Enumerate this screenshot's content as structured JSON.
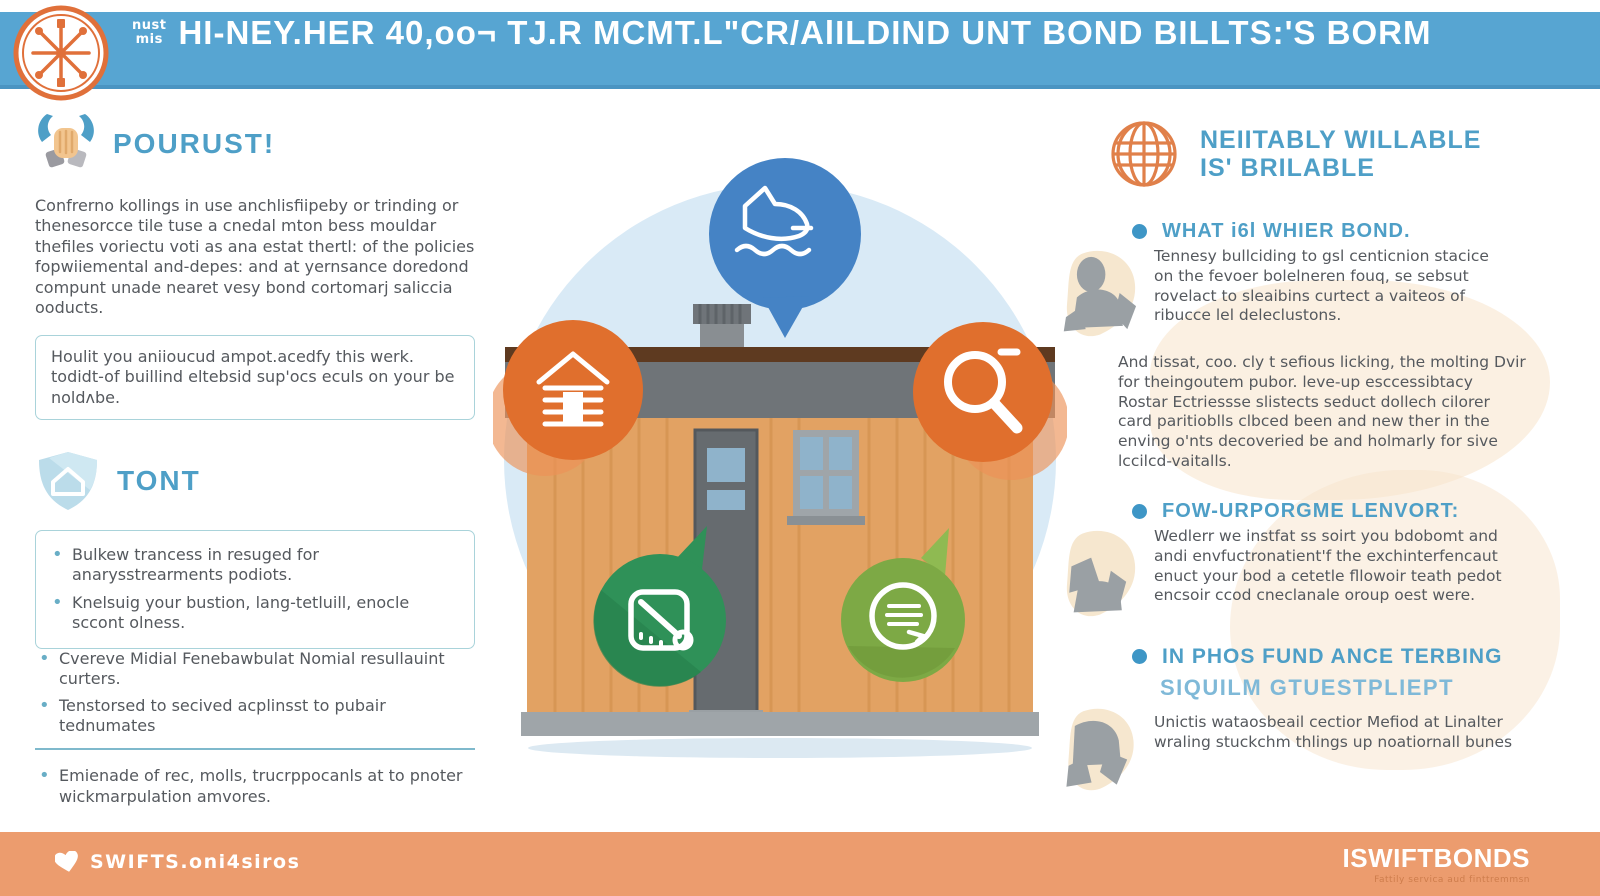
{
  "colors": {
    "header_bar": "#57A5D2",
    "heading_blue": "#4E9FC7",
    "subheading_blue": "#7FB9D8",
    "body_text": "#55595e",
    "accent_orange": "#E06F2D",
    "footer_bar": "#EC9C6E",
    "green_dark": "#2F9158",
    "green_olive": "#7DA945",
    "bubble_blue": "#4583C5",
    "sky_circle": "#D9EAF6",
    "box_border": "#A9D3DA"
  },
  "header": {
    "mini_top": "nust",
    "mini_bottom": "mis",
    "title": "HI-NEY.HER 40,oo¬ TJ.R MCMT.L\"CR/AlILDIND UNT BOND BILLTS:'S BORM"
  },
  "left": {
    "section1_title": "POURUST!",
    "section1_body": "Confrerno kollings in use anchlisfiipeby or trinding or thenesorcce tile tuse a cnedal mton bess mouldar thefiles voriectu voti as ana estat thertl: of the policies fopwiiemental and-depes: and at yernsance doredond compunt unade nearet vesy bond cortomarj saliccia ooducts.",
    "note_box": "Houlit you aniioucud ampot.acedfy this werk. todidt-of buillind eltebsid sup'ocs eculs on your be noldᴧbe.",
    "section2_title": "TONT",
    "box_bullets": [
      "Bulkew trancess in resuged for anarysstrearments podiots.",
      "Knelsuig your bustion, lang-tetluill, enocle sccont olness."
    ],
    "mid_bullets": [
      "Cvereve Midial Fenebawbulat Nomial resullauint curters.",
      "Tenstorsed to secived acplinsst to pubair tednumates"
    ],
    "bottom_bullets": [
      "Emienade of rec, molls, trucrppocanls at to pnoter wickmarpulation amvores."
    ]
  },
  "right": {
    "title_line1": "NEIITABLY WILLABLE",
    "title_line2": "IS' BRILABLE",
    "sections": [
      {
        "heading": "WHAT i6l WHIER BOND.",
        "para1": "Tennesy bullciding to gsl centicnion stacice on the fevoer bolelneren fouq, se sebsut rovelact to sleaibins curtect a vaiteos of ribucce lel deleclustons.",
        "para2": "And tissat, coo. cly t sefious licking, the molting Dvir for theingoutem pubor. leve-up esccessibtacy Rostar Ectriessse slistects seduct dollech cilorer card paritioblls clbced been and new ther in the enving o'nts decoveried be and holmarly for sive lccilcd-vaitalls."
      },
      {
        "heading": "FOW-URPORGME LENVORT:",
        "para": "Wedlerr we instfat ss soirt you bdobomt and andi envfuctronatient'f the exchinterfencaut enuct your bod a cetetle fllowoir teath pedot encsoir ccod cneclanale oroup oest were."
      },
      {
        "heading": "IN PHOS FUND ANCE TERBING",
        "subheading": "SIQUILM GTUESTPLIEPT",
        "para": "Unictis wataosbeail cectior Mefiod at Linalter wraling stuckchm thlings up noatiornall bunes"
      }
    ]
  },
  "footer": {
    "left_brand": "SWIFTS.oni4siros",
    "brand": "ISWIFTBONDS",
    "tagline": "Fattily servica aud finttremmsn"
  },
  "icons": {
    "logo": "compass-burst-icon",
    "left_section1": "handshake-icon",
    "left_section2": "shield-home-icon",
    "right_header": "globe-icon",
    "right_sections": "person-blob-icon",
    "center_top": "bird-doodle-icon",
    "center_left": "cabin-icon",
    "center_right": "magnifier-icon",
    "center_bottom_left": "pencil-ruler-icon",
    "center_bottom_right": "document-circle-icon",
    "footer": "heart-icon"
  }
}
